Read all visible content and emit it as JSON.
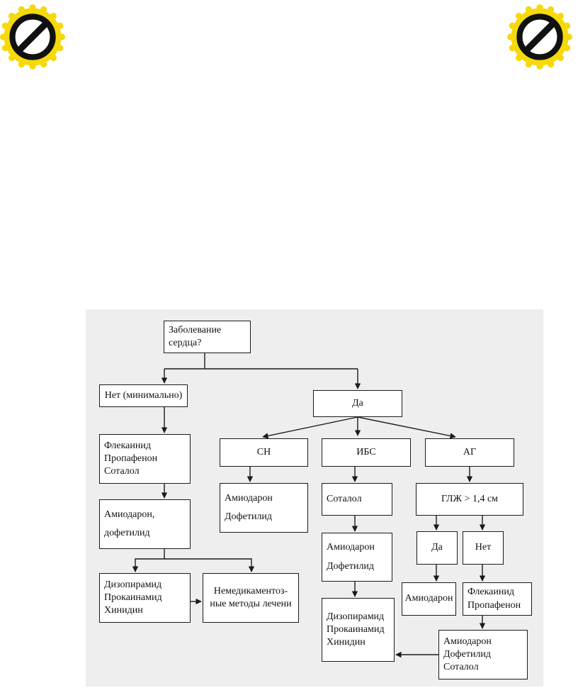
{
  "icons": {
    "left": "prohibited-sign-icon",
    "right": "prohibited-sign-icon",
    "colors": {
      "gear": "#f5d90a",
      "ring": "#111111",
      "fill": "#ffffff"
    }
  },
  "diagram": {
    "root": [
      "Заболевание",
      "сердца?"
    ],
    "no_branch": {
      "label": "Нет (минимально)",
      "first_line": [
        "Флекаинид",
        "Пропафенон",
        "Соталол"
      ],
      "second_line": [
        "Амиодарон,",
        "дофетилид"
      ],
      "third_line": [
        "Дизопирамид",
        "Прокаинамид",
        "Хинидин"
      ],
      "non_drug": [
        "Немедикаментоз-",
        "ные методы лечени"
      ]
    },
    "yes_branch": {
      "label": "Да",
      "hf": {
        "label": "СН",
        "drugs": [
          "Амиодарон",
          "Дофетилид"
        ]
      },
      "ihd": {
        "label": "ИБС",
        "first": "Соталол",
        "second": [
          "Амиодарон",
          "Дофетилид"
        ],
        "third": [
          "Дизопирамид",
          "Прокаинамид",
          "Хинидин"
        ]
      },
      "ah": {
        "label": "АГ",
        "lvh": "ГЛЖ > 1,4 см",
        "yes": "Да",
        "no": "Нет",
        "yes_drug": "Амиодарон",
        "no_drugs": [
          "Флекаинид",
          "Пропафенон"
        ],
        "next_drugs": [
          "Амиодарон",
          "Дофетилид",
          "Соталол"
        ]
      }
    }
  }
}
